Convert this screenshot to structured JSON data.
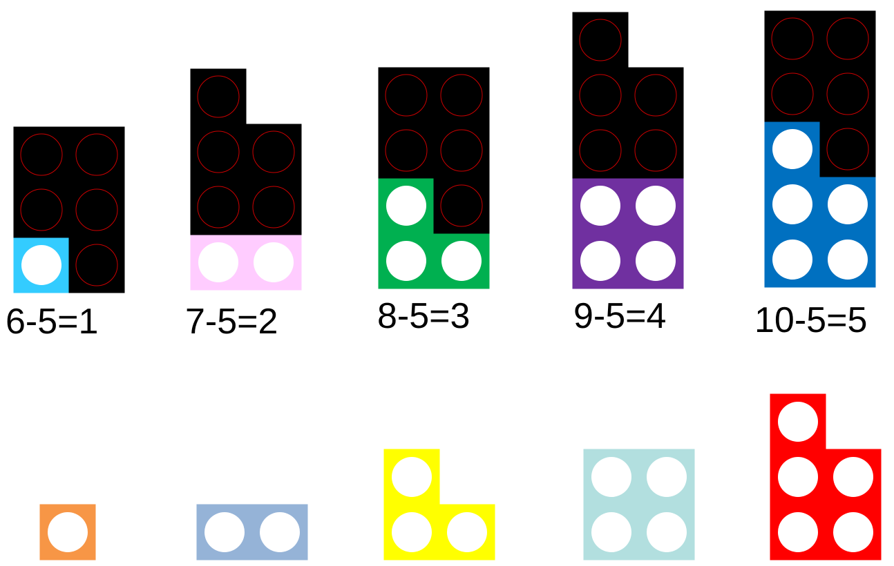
{
  "colors": {
    "background": "#ffffff",
    "masked": "#000000",
    "masked_outline": "#cc0000",
    "hole": "#ffffff"
  },
  "equations": [
    {
      "label": "6-5=1",
      "minuend": 6,
      "subtrahend": 5,
      "difference": 1,
      "difference_color": "#33ccff"
    },
    {
      "label": "7-5=2",
      "minuend": 7,
      "subtrahend": 5,
      "difference": 2,
      "difference_color": "#ffccff"
    },
    {
      "label": "8-5=3",
      "minuend": 8,
      "subtrahend": 5,
      "difference": 3,
      "difference_color": "#00b050"
    },
    {
      "label": "9-5=4",
      "minuend": 9,
      "subtrahend": 5,
      "difference": 4,
      "difference_color": "#7030a0"
    },
    {
      "label": "10-5=5",
      "minuend": 10,
      "subtrahend": 5,
      "difference": 5,
      "difference_color": "#0070c0"
    }
  ],
  "loose_tiles": [
    {
      "value": 1,
      "color": "#f79646"
    },
    {
      "value": 2,
      "color": "#95b3d7"
    },
    {
      "value": 3,
      "color": "#ffff00"
    },
    {
      "value": 4,
      "color": "#b2dfdf"
    },
    {
      "value": 5,
      "color": "#ff0000"
    }
  ]
}
